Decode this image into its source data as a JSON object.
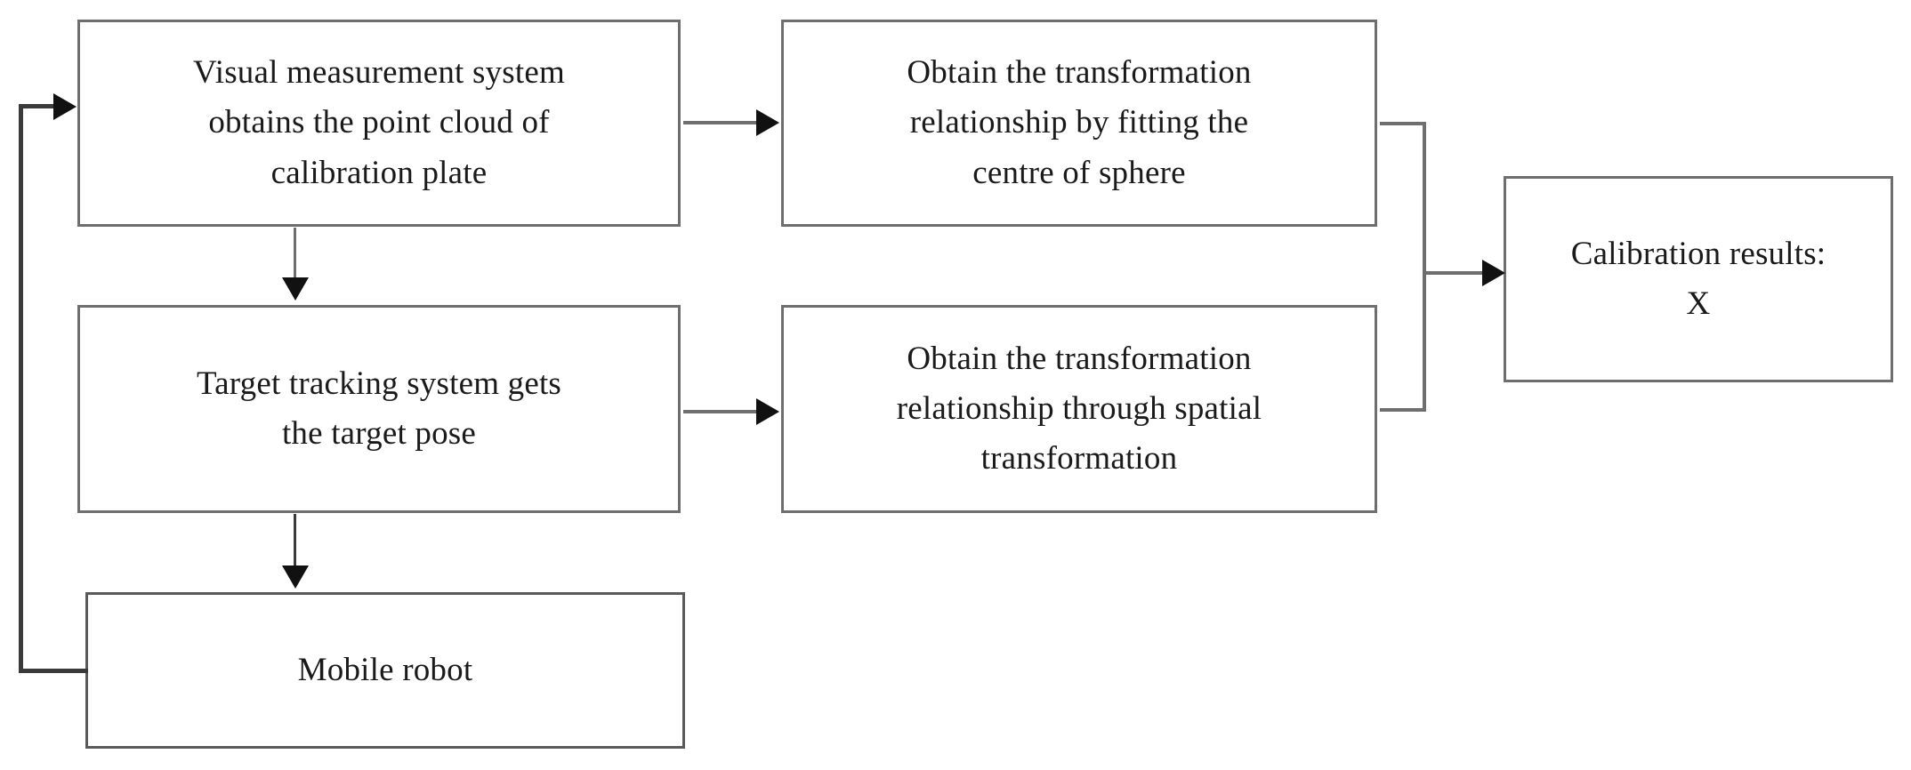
{
  "diagram": {
    "title": "Calibration workflow flowchart",
    "background_color": "#ffffff",
    "box_border_color": "#6e6e6e",
    "connector_color": "#6e6e6e",
    "arrowhead_color": "#111111",
    "text_color": "#1a1a1a"
  },
  "nodes": {
    "visual_measurement": {
      "label": "Visual measurement system\nobtains the point cloud of\ncalibration plate"
    },
    "fit_sphere_centre": {
      "label": "Obtain the transformation\nrelationship by fitting the\ncentre of sphere"
    },
    "target_tracking": {
      "label": "Target tracking system gets\nthe target pose"
    },
    "spatial_transformation": {
      "label": "Obtain the transformation\nrelationship through spatial\ntransformation"
    },
    "mobile_robot": {
      "label": "Mobile robot"
    },
    "calibration_results": {
      "label": "Calibration results:\nX"
    }
  },
  "edges": [
    {
      "id": "visual-to-fit",
      "from": "visual_measurement",
      "to": "fit_sphere_centre",
      "kind": "horizontal-arrow"
    },
    {
      "id": "visual-to-target",
      "from": "visual_measurement",
      "to": "target_tracking",
      "kind": "vertical-arrow"
    },
    {
      "id": "target-to-spatial",
      "from": "target_tracking",
      "to": "spatial_transformation",
      "kind": "horizontal-arrow"
    },
    {
      "id": "target-to-robot",
      "from": "target_tracking",
      "to": "mobile_robot",
      "kind": "vertical-arrow"
    },
    {
      "id": "merge-to-results",
      "from": "fit_sphere_centre,spatial_transformation",
      "to": "calibration_results",
      "kind": "merge-arrow"
    },
    {
      "id": "robot-feedback",
      "from": "mobile_robot",
      "to": "visual_measurement",
      "kind": "feedback-loop"
    }
  ]
}
